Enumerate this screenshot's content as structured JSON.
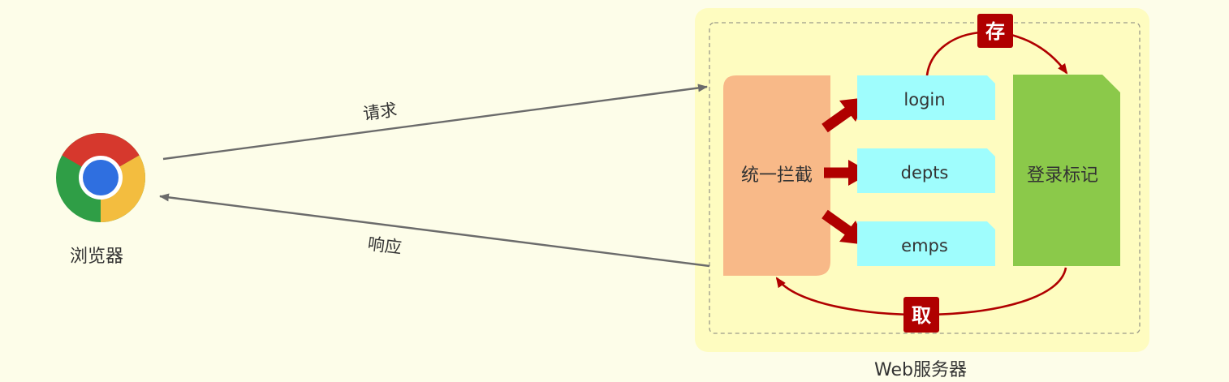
{
  "browser": {
    "label": "浏览器",
    "icon": "chrome-browser-icon"
  },
  "flows": {
    "request_label": "请求",
    "response_label": "响应",
    "store_label": "存",
    "fetch_label": "取"
  },
  "server": {
    "label": "Web服务器",
    "interceptor_label": "统一拦截",
    "endpoints": [
      {
        "label": "login"
      },
      {
        "label": "depts"
      },
      {
        "label": "emps"
      }
    ],
    "login_token_label": "登录标记"
  },
  "colors": {
    "background": "#fdfde9",
    "server_panel": "#fefcc0",
    "interceptor": "#f8b988",
    "endpoint_doc": "#9ffdfd",
    "login_token_doc": "#8bc94a",
    "flow_arrow": "#b00000",
    "connector_line": "#666666"
  }
}
